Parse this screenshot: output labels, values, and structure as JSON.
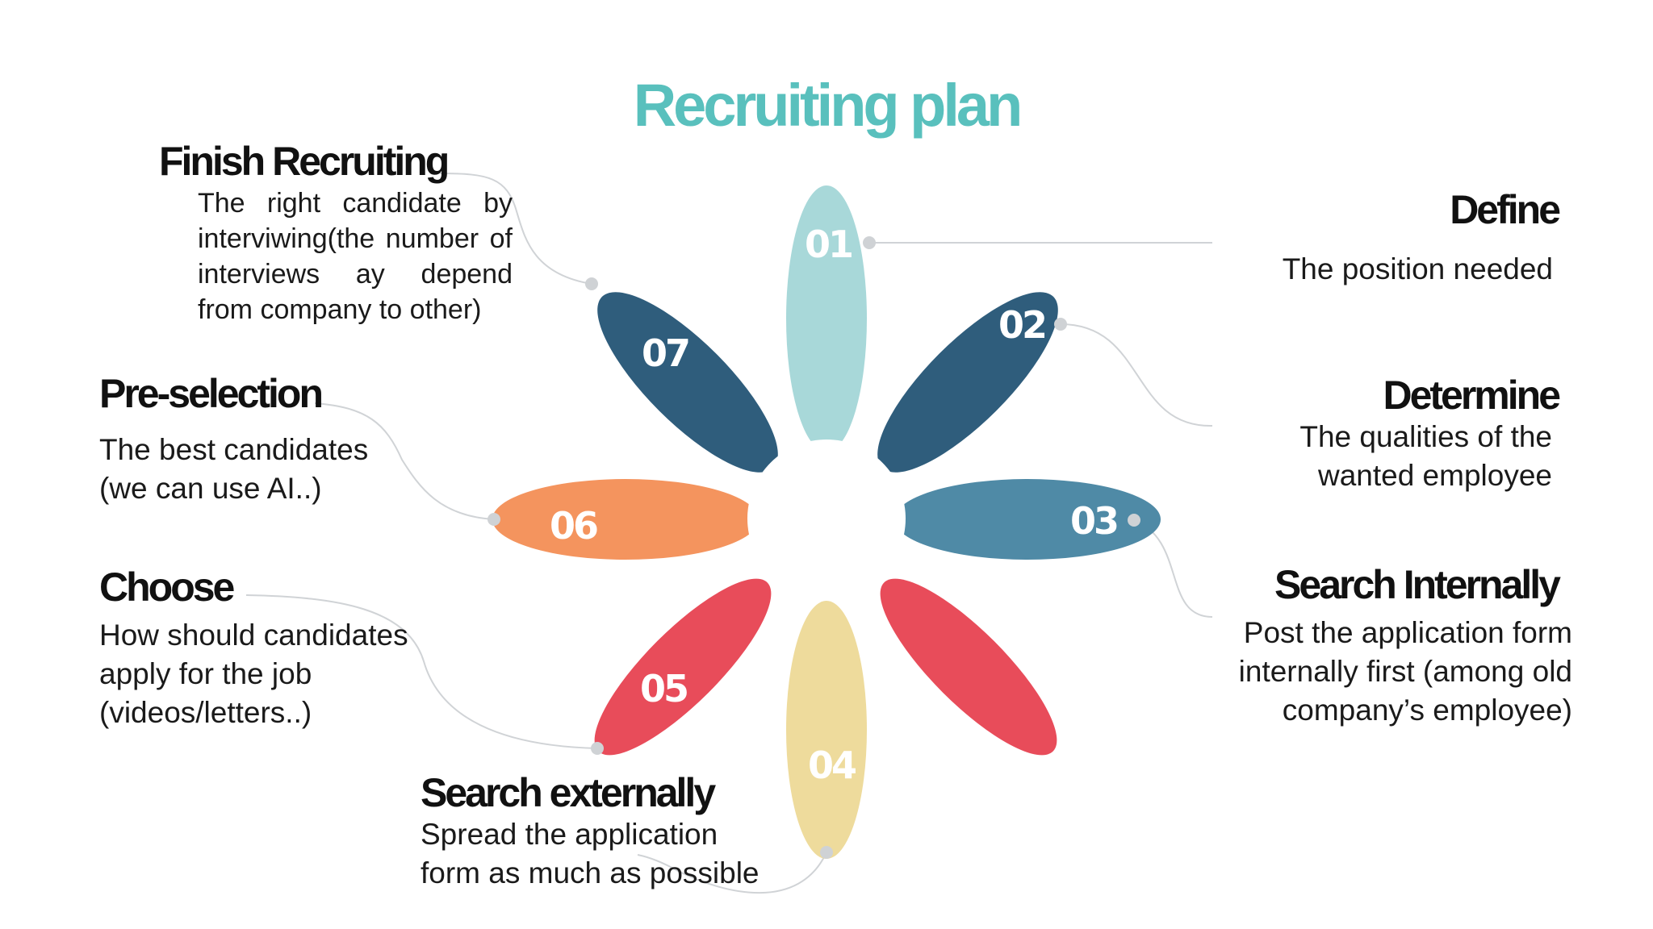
{
  "title": "Recruiting plan",
  "colors": {
    "title": "#59c0bd",
    "petal_01": "#a8d8d9",
    "petal_02": "#2f5d7c",
    "petal_03": "#4f8aa6",
    "petal_04": "#eedb9c",
    "petal_05": "#e84c5a",
    "petal_06": "#f4945e",
    "petal_07": "#2f5d7c",
    "connector": "#d0d3d6"
  },
  "steps": [
    {
      "number": "01",
      "heading": "Define",
      "description": "The position needed"
    },
    {
      "number": "02",
      "heading": "Determine",
      "description": "The qualities of the wanted employee"
    },
    {
      "number": "03",
      "heading": "Search Internally",
      "description": "Post the application form internally first (among old company’s employee)"
    },
    {
      "number": "04",
      "heading": "Search externally",
      "description": "Spread the application form as much as possible"
    },
    {
      "number": "05",
      "heading": "Choose",
      "description": "How should candidates apply for the job (videos/letters..)"
    },
    {
      "number": "06",
      "heading": "Pre-selection",
      "description": "The best candidates (we can use AI..)"
    },
    {
      "number": "07",
      "heading": "Finish Recruiting",
      "description": "The right candidate by interviwing(the number of interviews ay depend from company to other)"
    }
  ]
}
